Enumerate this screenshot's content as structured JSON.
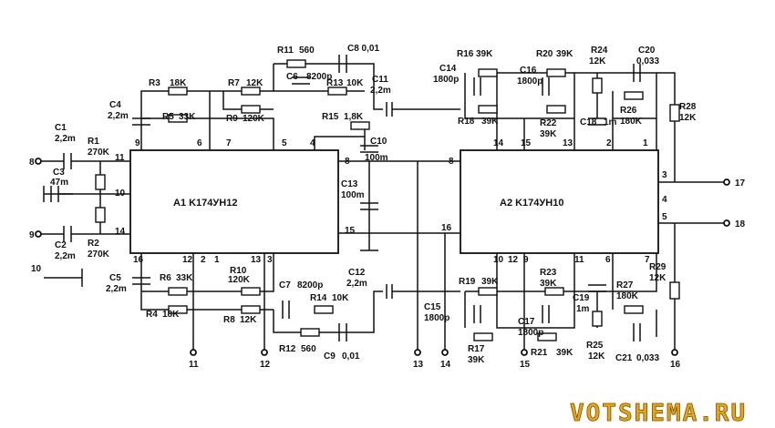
{
  "ics": [
    {
      "id": "a1",
      "label": "A1  K174УН12"
    },
    {
      "id": "a2",
      "label": "A2  K174УН10"
    }
  ],
  "pins": {
    "a1": [
      "11",
      "10",
      "14",
      "9",
      "6",
      "7",
      "5",
      "4",
      "8",
      "15",
      "16",
      "12",
      "2",
      "1",
      "13",
      "3"
    ],
    "a2": [
      "8",
      "16",
      "14",
      "15",
      "13",
      "2",
      "1",
      "3",
      "4",
      "5",
      "10",
      "12",
      "9",
      "11",
      "6",
      "7"
    ]
  },
  "components": [
    "C1",
    "2,2m",
    "R1",
    "270K",
    "C3",
    "47m",
    "C2",
    "2,2m",
    "R2",
    "270K",
    "C4",
    "2,2m",
    "R3",
    "18K",
    "R5",
    "33K",
    "R7",
    "12K",
    "R9",
    "120K",
    "R11",
    "560",
    "C8 0,01",
    "C6",
    "8200p",
    "R13",
    "10K",
    "C11",
    "2,2m",
    "R15",
    "1,8K",
    "C10",
    "100m",
    "C13",
    "100m",
    "C5",
    "2,2m",
    "R6",
    "33K",
    "R4",
    "18K",
    "R10",
    "120K",
    "R8",
    "12K",
    "C7",
    "8200p",
    "R14",
    "10K",
    "R12",
    "560",
    "C9",
    "0,01",
    "C12",
    "2,2m",
    "R16",
    "39K",
    "C14",
    "1800p",
    "R18",
    "39K",
    "R20",
    "39K",
    "C16",
    "1800p",
    "R22",
    "39K",
    "R24",
    "12K",
    "C18",
    "1m",
    "C20",
    "0,033",
    "R26",
    "180K",
    "R28",
    "12K",
    "R19",
    "39K",
    "C15",
    "1800p",
    "R17",
    "39K",
    "R23",
    "39K",
    "C17",
    "1800p",
    "R21",
    "39K",
    "C19",
    "1m",
    "R25",
    "12K",
    "R27",
    "180K",
    "R29",
    "12K",
    "C21",
    "0,033"
  ],
  "terminals": [
    "8",
    "9",
    "10",
    "11",
    "12",
    "13",
    "14",
    "15",
    "16",
    "17",
    "18"
  ],
  "watermark": "VOTSHEMA.RU"
}
